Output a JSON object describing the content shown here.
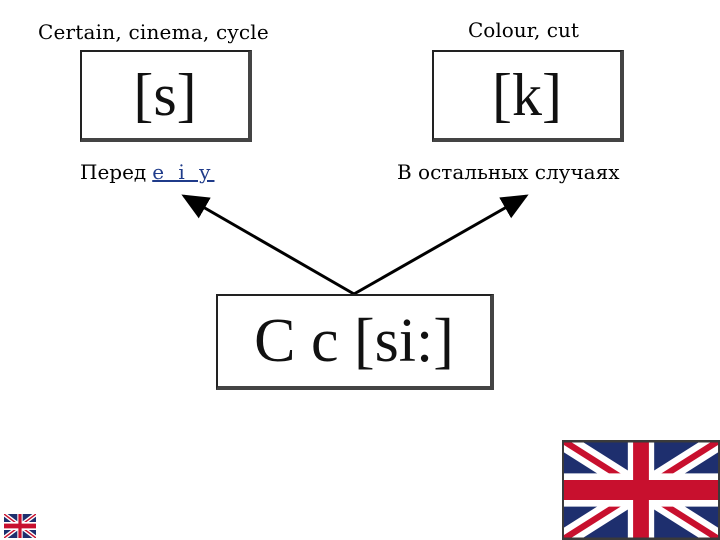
{
  "examples": {
    "soft": "Certain, cinema, cycle",
    "hard": "Colour, cut"
  },
  "sounds": {
    "soft": "[s]",
    "hard": "[k]"
  },
  "rules": {
    "soft_prefix": "Перед",
    "soft_letters": "e i y",
    "hard": "В остальных случаях"
  },
  "letter": {
    "title": "C c [si:]"
  },
  "colors": {
    "accent_letters": "#1f3b8a",
    "flag_blue": "#1e2f6e",
    "flag_red": "#c8102e"
  },
  "icons": [
    "union-jack-flag-icon",
    "union-jack-flag-small-icon"
  ]
}
